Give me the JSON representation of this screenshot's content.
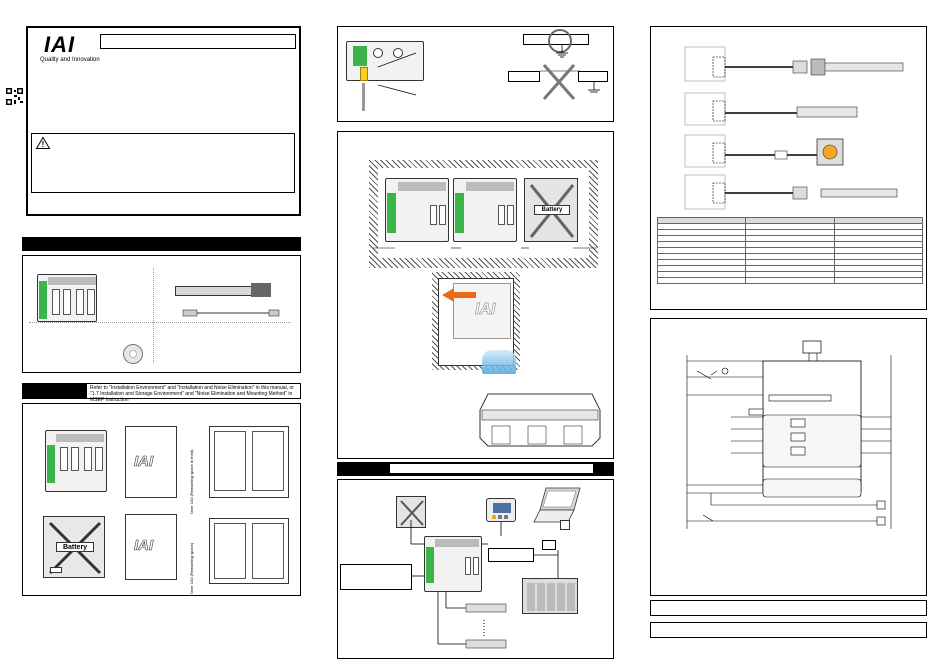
{
  "cover": {
    "logo": "IAI",
    "tagline": "Quality and Innovation",
    "caution_symbol": "!"
  },
  "section1": {
    "title": ""
  },
  "section2": {
    "title": "",
    "note": "Refer to \"Installation Environment\" and \"Installation and Noise Elimination\" in this manual, or \"1.7 Installation and Storage Environment\" and \"Noise Elimination and Mounting Method\" in MSEP Instruction"
  },
  "dimensions": {
    "logo_text": "IAI",
    "battery_label": "Battery",
    "vertical_note_1": "Over 100 (Remaining space in front)",
    "vertical_note_2": "Over 100 (Remaining space)"
  },
  "installation": {
    "battery_label": "Battery",
    "logo_text": "IAI"
  },
  "section3": {
    "title": ""
  },
  "icons": {
    "qr": "qr-code-icon",
    "ok": "ok-circle-icon",
    "ng": "ng-cross-icon",
    "warning": "warning-triangle-icon",
    "cd": "cd-disc-icon",
    "laptop": "laptop-icon",
    "teaching": "teaching-pendant-icon"
  },
  "colors": {
    "terminal_green": "#3bb54a",
    "arrow_orange": "#e86a1a",
    "airflow_blue": "#4aa3df",
    "yellow": "#f5d020"
  }
}
